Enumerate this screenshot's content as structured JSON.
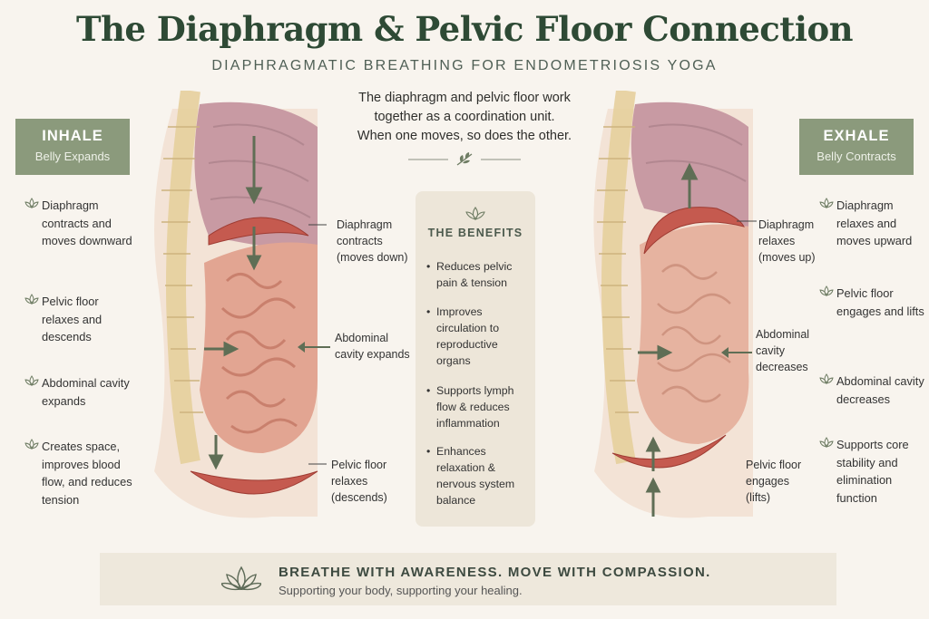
{
  "header": {
    "title": "The Diaphragm & Pelvic Floor Connection",
    "subtitle": "DIAPHRAGMATIC BREATHING FOR ENDOMETRIOSIS YOGA",
    "intro_lines": [
      "The diaphragm and pelvic floor work",
      "together as a coordination unit.",
      "When one moves, so does the other."
    ]
  },
  "inhale": {
    "label": "INHALE",
    "sublabel": "Belly Expands",
    "steps": [
      "Diaphragm contracts and moves downward",
      "Pelvic floor relaxes and descends",
      "Abdominal cavity expands",
      "Creates space, improves blood flow, and reduces tension"
    ],
    "callouts": {
      "diaphragm": [
        "Diaphragm",
        "contracts",
        "(moves down)"
      ],
      "abdomen": [
        "Abdominal",
        "cavity expands"
      ],
      "pelvic": [
        "Pelvic floor",
        "relaxes",
        "(descends)"
      ]
    }
  },
  "exhale": {
    "label": "EXHALE",
    "sublabel": "Belly Contracts",
    "steps": [
      "Diaphragm relaxes and moves upward",
      "Pelvic floor engages and lifts",
      "Abdominal cavity decreases",
      "Supports core stability and elimination function"
    ],
    "callouts": {
      "diaphragm": [
        "Diaphragm",
        "relaxes",
        "(moves up)"
      ],
      "abdomen": [
        "Abdominal",
        "cavity",
        "decreases"
      ],
      "pelvic": [
        "Pelvic floor",
        "engages",
        "(lifts)"
      ]
    }
  },
  "benefits": {
    "title": "THE BENEFITS",
    "items": [
      "Reduces pelvic pain & tension",
      "Improves circulation to reproductive organs",
      "Supports lymph flow & reduces inflammation",
      "Enhances relaxation & nervous system balance"
    ]
  },
  "footer": {
    "main": "BREATHE WITH AWARENESS. MOVE WITH COMPASSION.",
    "sub": "Supporting your body, supporting your healing."
  },
  "colors": {
    "title": "#2e4a35",
    "tag_bg": "#8b9a7c",
    "panel_bg": "#ede6d9",
    "muscle": "#c55a4f",
    "arrow": "#5f6e55"
  },
  "icons": {
    "bullet": "lotus-leaf-icon",
    "footer": "lotus-icon",
    "divider": "leaf-sprig-icon"
  }
}
